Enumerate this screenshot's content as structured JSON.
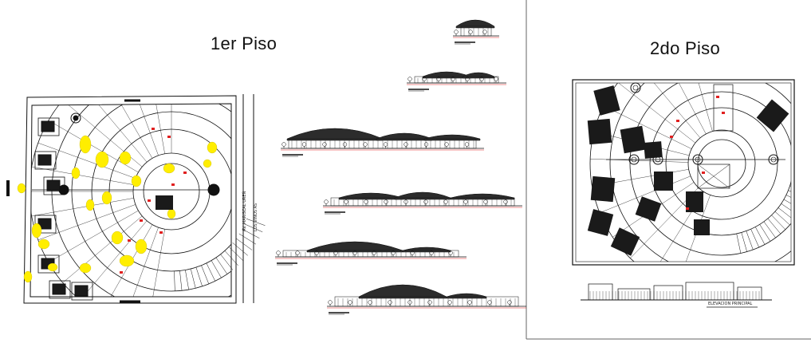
{
  "floors": {
    "first": {
      "title": "1er Piso"
    },
    "second": {
      "title": "2do Piso"
    }
  },
  "plan1_labels": {
    "street_main": "AV. MARISCAL UREÑ",
    "street_side": "LOS VINOS AS"
  },
  "elevation_label": "ELEVACION PRINCIPAL",
  "colors": {
    "line": "#111111",
    "accent_red": "#e02020",
    "fill_yellow": "#ffee00",
    "furniture_black": "#1a1a1a"
  }
}
